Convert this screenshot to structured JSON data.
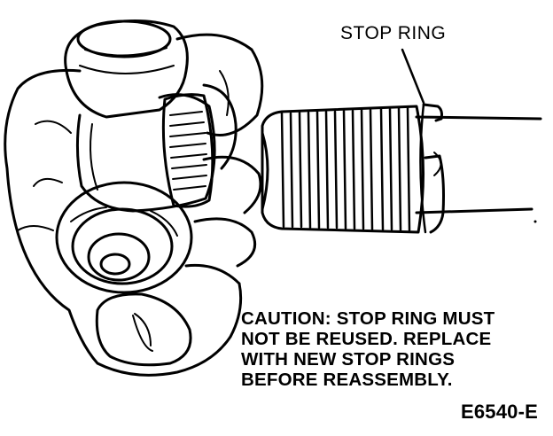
{
  "labels": {
    "stop_ring": "STOP RING",
    "caution": [
      "CAUTION: STOP RING MUST",
      "NOT BE REUSED. REPLACE",
      "WITH NEW STOP RINGS",
      "BEFORE REASSEMBLY."
    ],
    "figure_id": "E6540-E"
  }
}
